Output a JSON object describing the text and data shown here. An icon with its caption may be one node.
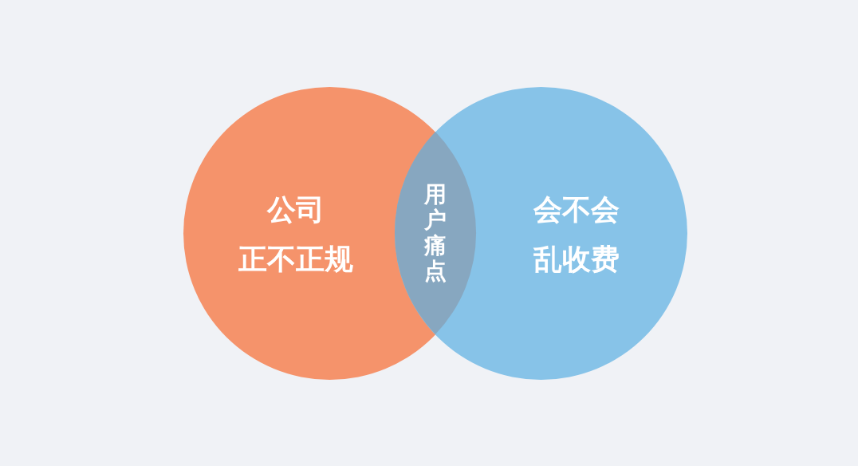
{
  "diagram": {
    "nodes": [
      {
        "text": [
          "公司正不正规"
        ]
      },
      {
        "text": [
          "会不会乱收费"
        ]
      },
      {
        "text": [
          "用户痛点"
        ]
      }
    ]
  }
}
